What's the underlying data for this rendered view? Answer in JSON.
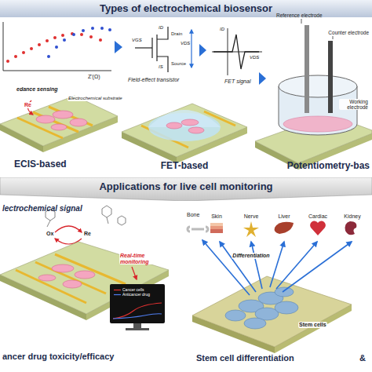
{
  "diagram": {
    "nodes": [
      {
        "text": [
          "Types of electrochemical biosensor"
        ]
      },
      {
        "text": [
          "Applications for live cell monitoring"
        ]
      }
    ],
    "labels": [
      "Z'(Ω)",
      "edance sensing",
      "Electrochemical substrate",
      "Re",
      "ECIS-based",
      "ID",
      "Drain",
      "VGS",
      "IS",
      "Source",
      "VDS",
      "Field-effect transistor",
      "ID",
      "VDS",
      "FET signal",
      "FET-based",
      "Reference electrode",
      "Counter electrode",
      "Working electrode",
      "Potentiometry-bas",
      "lectrochemical signal",
      "Ox",
      "Re",
      "Real-time monitoring",
      "ancer drug toxicity/efficacy",
      "Bone",
      "Skin",
      "Nerve",
      "Liver",
      "Cardiac",
      "Kidney",
      "Differentiation",
      "Stem cells",
      "Stem cell differentiation",
      "&"
    ],
    "legend": [
      {
        "text": "Cancer cells"
      },
      {
        "text": "Anticancer drug"
      }
    ]
  }
}
